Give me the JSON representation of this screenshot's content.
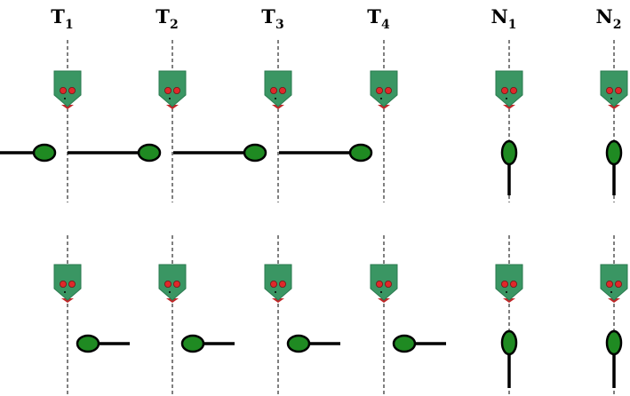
{
  "columns": [
    {
      "label": "T",
      "subscript": "1"
    },
    {
      "label": "T",
      "subscript": "2"
    },
    {
      "label": "T",
      "subscript": "3"
    },
    {
      "label": "T",
      "subscript": "4"
    },
    {
      "label": "N",
      "subscript": "1"
    },
    {
      "label": "N",
      "subscript": "2"
    }
  ],
  "colors": {
    "head_fill": "#3a9663",
    "head_stroke": "#2a7a4f",
    "eye_fill": "#e0282a",
    "nose_tip": "#c0282a",
    "ball_fill": "#1f8a22",
    "stick": "#000000",
    "guide_line": "#000000"
  },
  "rows": [
    {
      "position": "top",
      "items": [
        {
          "column": "T1",
          "orientation": "horizontal",
          "ball_side": "right"
        },
        {
          "column": "T2",
          "orientation": "horizontal",
          "ball_side": "right"
        },
        {
          "column": "T3",
          "orientation": "horizontal",
          "ball_side": "right"
        },
        {
          "column": "T4",
          "orientation": "horizontal",
          "ball_side": "right"
        },
        {
          "column": "N1",
          "orientation": "vertical",
          "ball_side": "top"
        },
        {
          "column": "N2",
          "orientation": "vertical",
          "ball_side": "top"
        }
      ]
    },
    {
      "position": "bottom",
      "items": [
        {
          "column": "T1",
          "orientation": "horizontal",
          "ball_side": "left"
        },
        {
          "column": "T2",
          "orientation": "horizontal",
          "ball_side": "left"
        },
        {
          "column": "T3",
          "orientation": "horizontal",
          "ball_side": "left"
        },
        {
          "column": "T4",
          "orientation": "horizontal",
          "ball_side": "left"
        },
        {
          "column": "N1",
          "orientation": "vertical",
          "ball_side": "top"
        },
        {
          "column": "N2",
          "orientation": "vertical",
          "ball_side": "top"
        }
      ]
    }
  ]
}
